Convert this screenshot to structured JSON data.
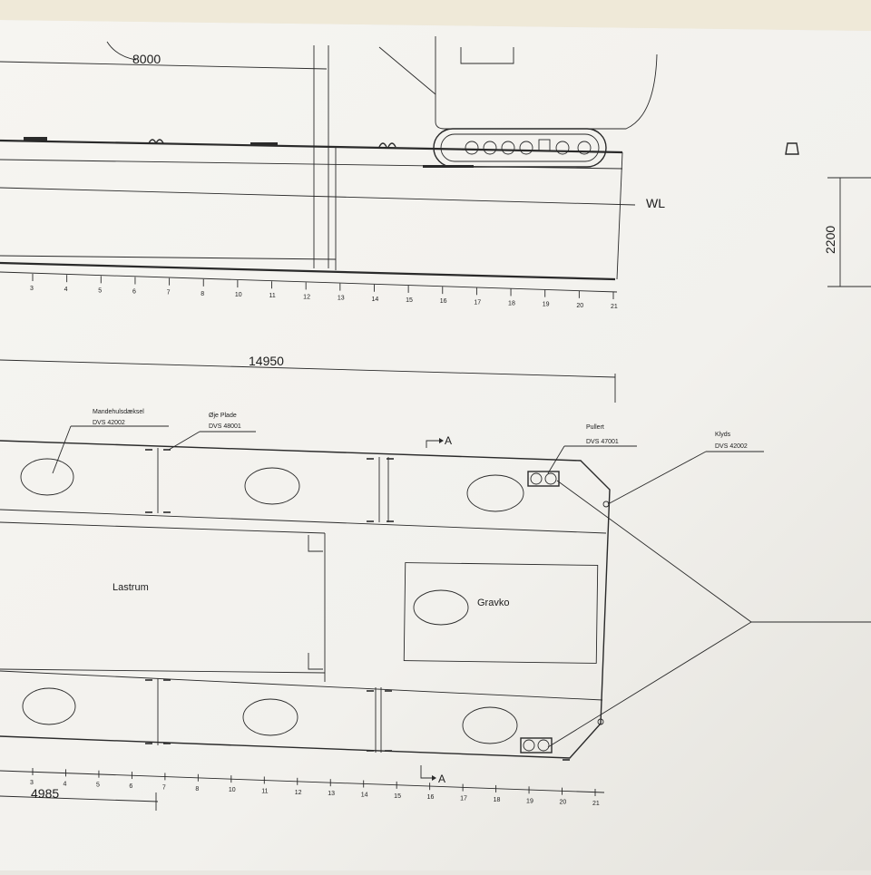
{
  "drawing": {
    "elevation": {
      "dim_top": "8000",
      "waterline": "WL",
      "dim_right": "2200",
      "frames": [
        "3",
        "4",
        "5",
        "6",
        "7",
        "8",
        "10",
        "11",
        "12",
        "13",
        "14",
        "15",
        "16",
        "17",
        "18",
        "19",
        "20",
        "21"
      ]
    },
    "plan": {
      "dim_length": "14950",
      "dim_bottom": "4985",
      "section_top": "A",
      "section_bottom": "A",
      "hold_label": "Lastrum",
      "excavator_label": "Gravko",
      "callouts": [
        {
          "title": "Mandehulsdæksel",
          "code": "DVS 42002"
        },
        {
          "title": "Øje Plade",
          "code": "DVS 48001"
        },
        {
          "title": "Pullert",
          "code": "DVS 47001"
        },
        {
          "title": "Klyds",
          "code": "DVS 42002"
        }
      ],
      "frames": [
        "3",
        "4",
        "5",
        "6",
        "7",
        "8",
        "10",
        "11",
        "12",
        "13",
        "14",
        "15",
        "16",
        "17",
        "18",
        "19",
        "20",
        "21"
      ]
    }
  }
}
